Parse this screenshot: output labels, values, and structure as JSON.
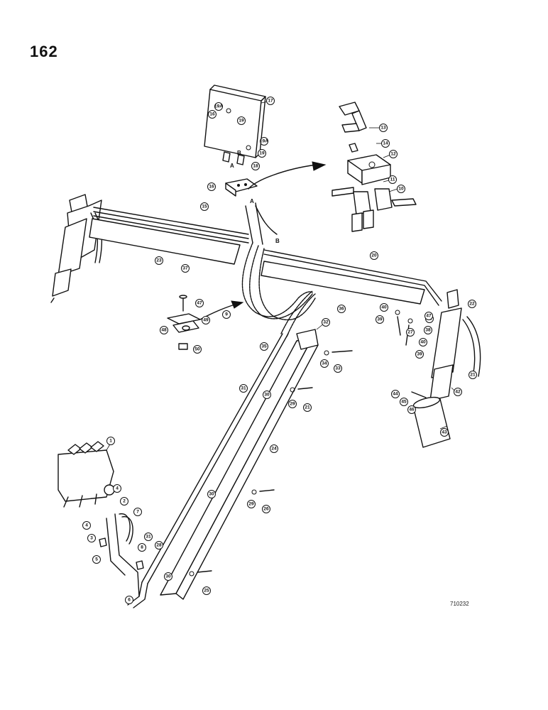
{
  "page_number": "162",
  "figure_code": "710232",
  "port_labels": [
    "A",
    "B",
    "A",
    "B"
  ],
  "callouts": [
    "1",
    "2",
    "3",
    "4",
    "4",
    "5",
    "6",
    "7",
    "8",
    "9",
    "10",
    "11",
    "12",
    "13",
    "14",
    "15",
    "16",
    "16",
    "17",
    "18",
    "19",
    "19",
    "19A",
    "19A",
    "20",
    "21",
    "21",
    "22",
    "23",
    "24",
    "25",
    "26",
    "27",
    "28",
    "29",
    "29",
    "30",
    "30",
    "30",
    "31",
    "31",
    "32",
    "33",
    "34",
    "35",
    "36",
    "37",
    "38",
    "39",
    "39",
    "40",
    "40",
    "41",
    "42",
    "43",
    "44",
    "45",
    "46",
    "47",
    "47",
    "48",
    "49",
    "50"
  ]
}
